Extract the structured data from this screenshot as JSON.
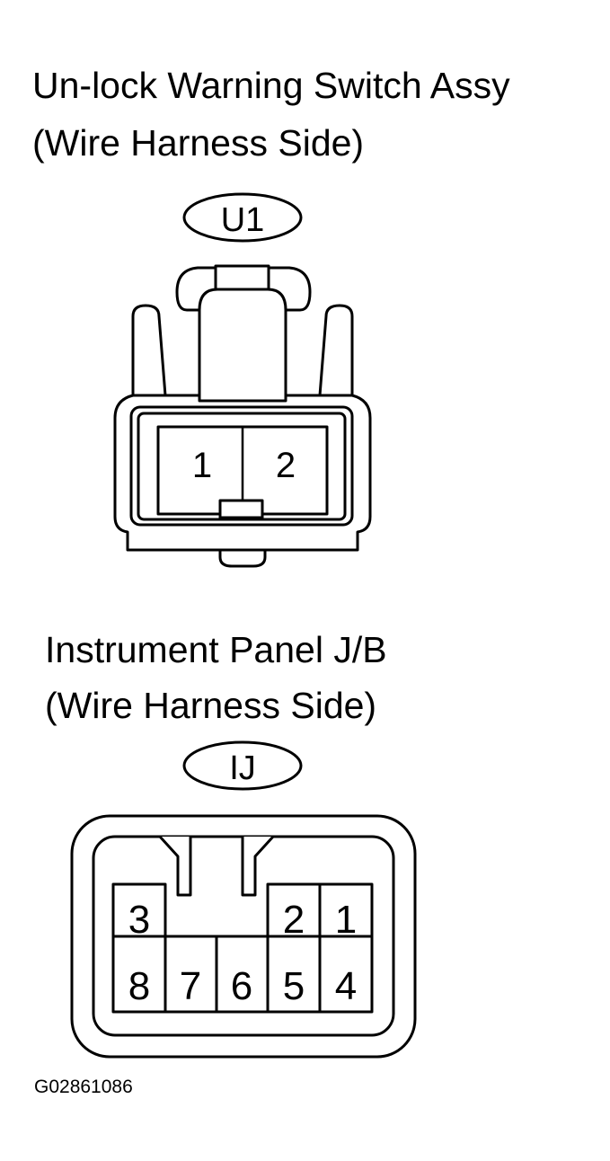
{
  "connector_u1": {
    "title_line1": "Un-lock  Warning Switch Assy",
    "title_line2": "(Wire Harness Side)",
    "code": "U1",
    "pins": [
      "1",
      "2"
    ]
  },
  "connector_ij": {
    "title_line1": "Instrument Panel J/B",
    "title_line2": "(Wire Harness Side)",
    "code": "IJ",
    "pins_top": [
      "3",
      "2",
      "1"
    ],
    "pins_bottom": [
      "8",
      "7",
      "6",
      "5",
      "4"
    ]
  },
  "figure_id": "G02861086"
}
